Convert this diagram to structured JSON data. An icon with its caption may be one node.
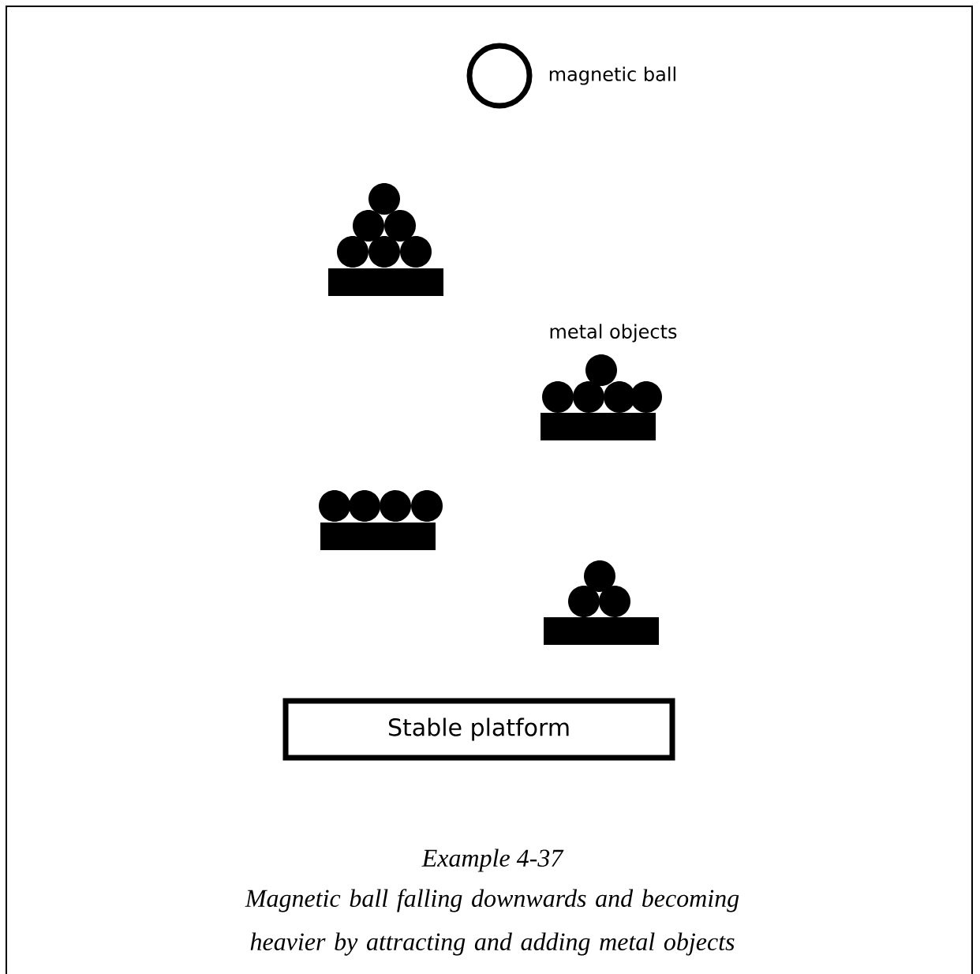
{
  "diagram": {
    "title": "Example 4-37",
    "caption": "Magnetic ball falling downwards and becoming heavier by attracting and adding metal objects",
    "nodes": [
      {
        "text": [],
        "shape": "circle",
        "beside": [
          "magnetic ball"
        ]
      },
      {
        "text": [
          "Stable platform"
        ]
      }
    ],
    "labels": [
      "metal objects"
    ]
  }
}
